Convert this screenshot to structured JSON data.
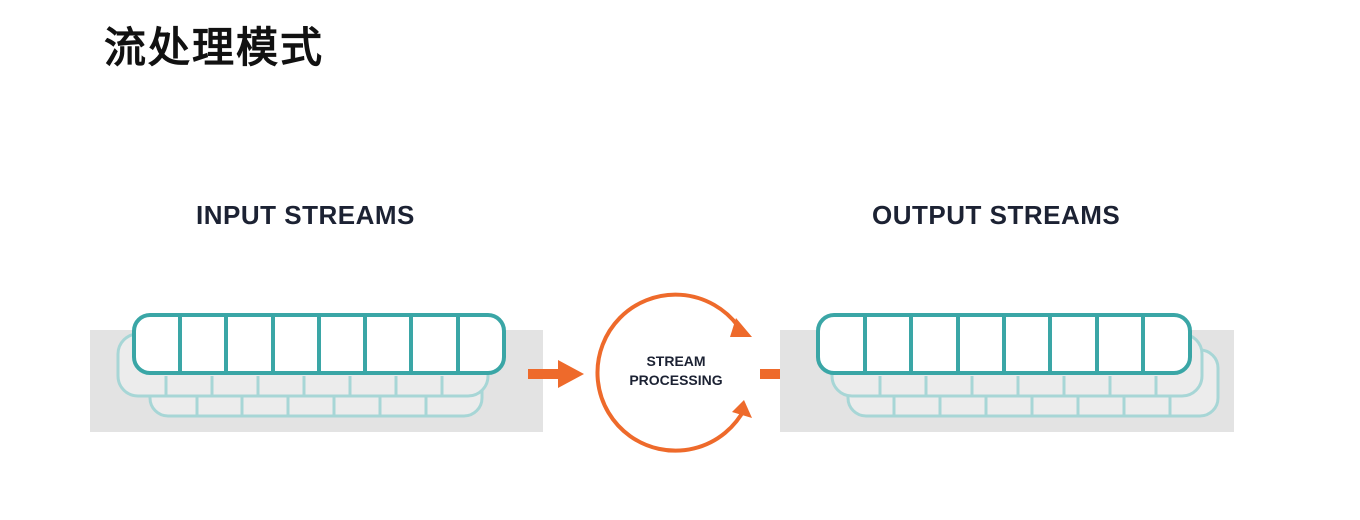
{
  "header": {
    "title": "流处理模式"
  },
  "input": {
    "title": "INPUT STREAMS",
    "slots_per_queue": 8,
    "stacked_queues": 3
  },
  "output": {
    "title": "OUTPUT STREAMS",
    "slots_per_queue": 8,
    "stacked_queues": 3
  },
  "processor": {
    "label_line1": "STREAM",
    "label_line2": "PROCESSING"
  },
  "colors": {
    "queue_stroke": "#3aa6a6",
    "queue_stroke_faded": "#a7d6d6",
    "panel": "#e3e3e3",
    "accent": "#ee6a2b",
    "text": "#1c2233"
  }
}
